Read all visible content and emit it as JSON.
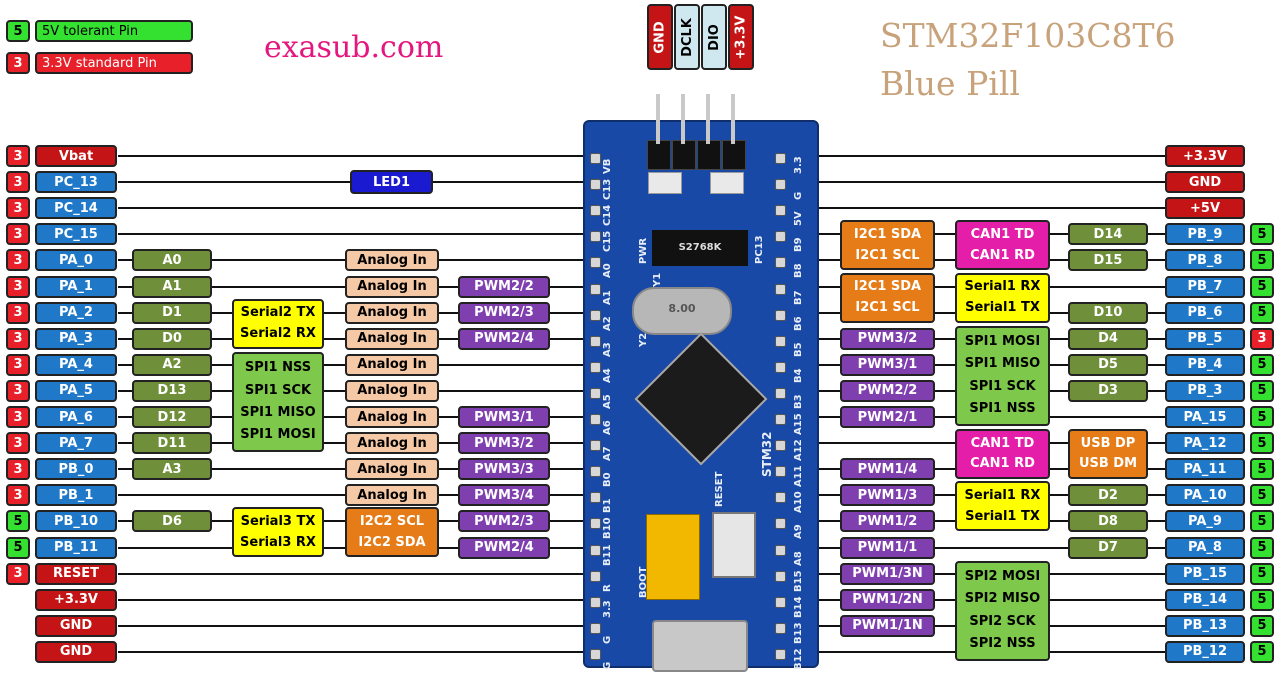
{
  "title": {
    "line1": "STM32F103C8T6",
    "line2": "Blue Pill"
  },
  "site": "exasub.com",
  "colors": {
    "v5": "#34e030",
    "v33": "#e8202a",
    "pin": "#1f78c8",
    "power": "#c41416",
    "func": "#6f8f3a",
    "analog": "#f6c9a6",
    "pwm": "#7f3fae",
    "serial": "#ffff00",
    "spi": "#7ec84c",
    "i2c": "#e57c17",
    "can": "#e51ea9",
    "usb": "#e57c17",
    "led": "#1a1ad0"
  },
  "legend": [
    {
      "badge": "5",
      "text": "5V tolerant Pin",
      "kind": "v5"
    },
    {
      "badge": "3",
      "text": "3.3V standard Pin",
      "kind": "v33"
    }
  ],
  "top_pins": [
    {
      "label": "GND",
      "kind": "power"
    },
    {
      "label": "DCLK",
      "kind": "light"
    },
    {
      "label": "DIO",
      "kind": "light"
    },
    {
      "label": "+3.3V",
      "kind": "power"
    }
  ],
  "board_labels": {
    "left": [
      "VB",
      "C13",
      "C14",
      "C15",
      "A0",
      "A1",
      "A2",
      "A3",
      "A4",
      "A5",
      "A6",
      "A7",
      "B0",
      "B1",
      "B10",
      "B11",
      "R",
      "3.3",
      "G",
      "G"
    ],
    "right": [
      "3.3",
      "G",
      "5V",
      "B9",
      "B8",
      "B7",
      "B6",
      "B5",
      "B4",
      "B3",
      "A15",
      "A12",
      "A11",
      "A10",
      "A9",
      "A8",
      "B15",
      "B14",
      "B13",
      "B12"
    ],
    "chip": "STM32",
    "pwr": "PWR",
    "pc13": "PC13",
    "boot": "BOOT",
    "reset": "RESET",
    "y1": "Y1",
    "y2": "Y2",
    "crystal_top": "8.00",
    "reg": "S2768K"
  },
  "left_rows": [
    {
      "badge": "3",
      "pin": "Vbat",
      "pin_kind": "power"
    },
    {
      "badge": "3",
      "pin": "PC_13",
      "pin_kind": "pin"
    },
    {
      "badge": "3",
      "pin": "PC_14",
      "pin_kind": "pin"
    },
    {
      "badge": "3",
      "pin": "PC_15",
      "pin_kind": "pin"
    },
    {
      "badge": "3",
      "pin": "PA_0",
      "pin_kind": "pin"
    },
    {
      "badge": "3",
      "pin": "PA_1",
      "pin_kind": "pin"
    },
    {
      "badge": "3",
      "pin": "PA_2",
      "pin_kind": "pin"
    },
    {
      "badge": "3",
      "pin": "PA_3",
      "pin_kind": "pin"
    },
    {
      "badge": "3",
      "pin": "PA_4",
      "pin_kind": "pin"
    },
    {
      "badge": "3",
      "pin": "PA_5",
      "pin_kind": "pin"
    },
    {
      "badge": "3",
      "pin": "PA_6",
      "pin_kind": "pin"
    },
    {
      "badge": "3",
      "pin": "PA_7",
      "pin_kind": "pin"
    },
    {
      "badge": "3",
      "pin": "PB_0",
      "pin_kind": "pin"
    },
    {
      "badge": "3",
      "pin": "PB_1",
      "pin_kind": "pin"
    },
    {
      "badge": "5",
      "pin": "PB_10",
      "pin_kind": "pin"
    },
    {
      "badge": "5",
      "pin": "PB_11",
      "pin_kind": "pin"
    },
    {
      "badge": "3",
      "pin": "RESET",
      "pin_kind": "power"
    },
    {
      "badge": "",
      "pin": "+3.3V",
      "pin_kind": "power"
    },
    {
      "badge": "",
      "pin": "GND",
      "pin_kind": "power"
    },
    {
      "badge": "",
      "pin": "GND",
      "pin_kind": "power"
    }
  ],
  "left_labels": {
    "led1": "LED1",
    "arduino": [
      {
        "row": 4,
        "text": "A0"
      },
      {
        "row": 5,
        "text": "A1"
      },
      {
        "row": 6,
        "text": "D1"
      },
      {
        "row": 7,
        "text": "D0"
      },
      {
        "row": 8,
        "text": "A2"
      },
      {
        "row": 9,
        "text": "D13"
      },
      {
        "row": 10,
        "text": "D12"
      },
      {
        "row": 11,
        "text": "D11"
      },
      {
        "row": 12,
        "text": "A3"
      },
      {
        "row": 14,
        "text": "D6"
      }
    ],
    "serial2": [
      "Serial2 TX",
      "Serial2 RX"
    ],
    "spi1": [
      "SPI1 NSS",
      "SPI1 SCK",
      "SPI1 MISO",
      "SPI1 MOSI"
    ],
    "serial3": [
      "Serial3 TX",
      "Serial3 RX"
    ],
    "analog": [
      {
        "row": 4,
        "text": "Analog In"
      },
      {
        "row": 5,
        "text": "Analog In"
      },
      {
        "row": 6,
        "text": "Analog In"
      },
      {
        "row": 7,
        "text": "Analog In"
      },
      {
        "row": 8,
        "text": "Analog In"
      },
      {
        "row": 9,
        "text": "Analog In"
      },
      {
        "row": 10,
        "text": "Analog In"
      },
      {
        "row": 11,
        "text": "Analog In"
      },
      {
        "row": 12,
        "text": "Analog In"
      },
      {
        "row": 13,
        "text": "Analog In"
      }
    ],
    "i2c2": [
      "I2C2 SCL",
      "I2C2 SDA"
    ],
    "pwm": [
      {
        "row": 5,
        "text": "PWM2/2"
      },
      {
        "row": 6,
        "text": "PWM2/3"
      },
      {
        "row": 7,
        "text": "PWM2/4"
      },
      {
        "row": 10,
        "text": "PWM3/1"
      },
      {
        "row": 11,
        "text": "PWM3/2"
      },
      {
        "row": 12,
        "text": "PWM3/3"
      },
      {
        "row": 13,
        "text": "PWM3/4"
      },
      {
        "row": 14,
        "text": "PWM2/3"
      },
      {
        "row": 15,
        "text": "PWM2/4"
      }
    ]
  },
  "right_rows": [
    {
      "badge": "",
      "pin": "+3.3V",
      "pin_kind": "power"
    },
    {
      "badge": "",
      "pin": "GND",
      "pin_kind": "power"
    },
    {
      "badge": "",
      "pin": "+5V",
      "pin_kind": "power"
    },
    {
      "badge": "5",
      "pin": "PB_9",
      "pin_kind": "pin"
    },
    {
      "badge": "5",
      "pin": "PB_8",
      "pin_kind": "pin"
    },
    {
      "badge": "5",
      "pin": "PB_7",
      "pin_kind": "pin"
    },
    {
      "badge": "5",
      "pin": "PB_6",
      "pin_kind": "pin"
    },
    {
      "badge": "3",
      "pin": "PB_5",
      "pin_kind": "pin"
    },
    {
      "badge": "5",
      "pin": "PB_4",
      "pin_kind": "pin"
    },
    {
      "badge": "5",
      "pin": "PB_3",
      "pin_kind": "pin"
    },
    {
      "badge": "5",
      "pin": "PA_15",
      "pin_kind": "pin"
    },
    {
      "badge": "5",
      "pin": "PA_12",
      "pin_kind": "pin"
    },
    {
      "badge": "5",
      "pin": "PA_11",
      "pin_kind": "pin"
    },
    {
      "badge": "5",
      "pin": "PA_10",
      "pin_kind": "pin"
    },
    {
      "badge": "5",
      "pin": "PA_9",
      "pin_kind": "pin"
    },
    {
      "badge": "5",
      "pin": "PA_8",
      "pin_kind": "pin"
    },
    {
      "badge": "5",
      "pin": "PB_15",
      "pin_kind": "pin"
    },
    {
      "badge": "5",
      "pin": "PB_14",
      "pin_kind": "pin"
    },
    {
      "badge": "5",
      "pin": "PB_13",
      "pin_kind": "pin"
    },
    {
      "badge": "5",
      "pin": "PB_12",
      "pin_kind": "pin"
    }
  ],
  "right_labels": {
    "i2c1_a": [
      "I2C1 SDA",
      "I2C1 SCL"
    ],
    "i2c1_b": [
      "I2C1 SDA",
      "I2C1 SCL"
    ],
    "pwm": [
      {
        "row": 7,
        "text": "PWM3/2"
      },
      {
        "row": 8,
        "text": "PWM3/1"
      },
      {
        "row": 9,
        "text": "PWM2/2"
      },
      {
        "row": 10,
        "text": "PWM2/1"
      },
      {
        "row": 12,
        "text": "PWM1/4"
      },
      {
        "row": 13,
        "text": "PWM1/3"
      },
      {
        "row": 14,
        "text": "PWM1/2"
      },
      {
        "row": 15,
        "text": "PWM1/1"
      },
      {
        "row": 16,
        "text": "PWM1/3N"
      },
      {
        "row": 17,
        "text": "PWM1/2N"
      },
      {
        "row": 18,
        "text": "PWM1/1N"
      }
    ],
    "can1_a": [
      "CAN1 TD",
      "CAN1 RD"
    ],
    "serial1_a": [
      "Serial1 RX",
      "Serial1 TX"
    ],
    "spi1": [
      "SPI1 MOSI",
      "SPI1 MISO",
      "SPI1 SCK",
      "SPI1 NSS"
    ],
    "can1_b": [
      "CAN1 TD",
      "CAN1 RD"
    ],
    "serial1_b": [
      "Serial1 RX",
      "Serial1 TX"
    ],
    "spi2": [
      "SPI2 MOSI",
      "SPI2 MISO",
      "SPI2 SCK",
      "SPI2 NSS"
    ],
    "usb": [
      "USB DP",
      "USB DM"
    ],
    "arduino": [
      {
        "row": 3,
        "text": "D14"
      },
      {
        "row": 4,
        "text": "D15"
      },
      {
        "row": 6,
        "text": "D10"
      },
      {
        "row": 7,
        "text": "D4"
      },
      {
        "row": 8,
        "text": "D5"
      },
      {
        "row": 9,
        "text": "D3"
      },
      {
        "row": 13,
        "text": "D2"
      },
      {
        "row": 14,
        "text": "D8"
      },
      {
        "row": 15,
        "text": "D7"
      }
    ]
  }
}
